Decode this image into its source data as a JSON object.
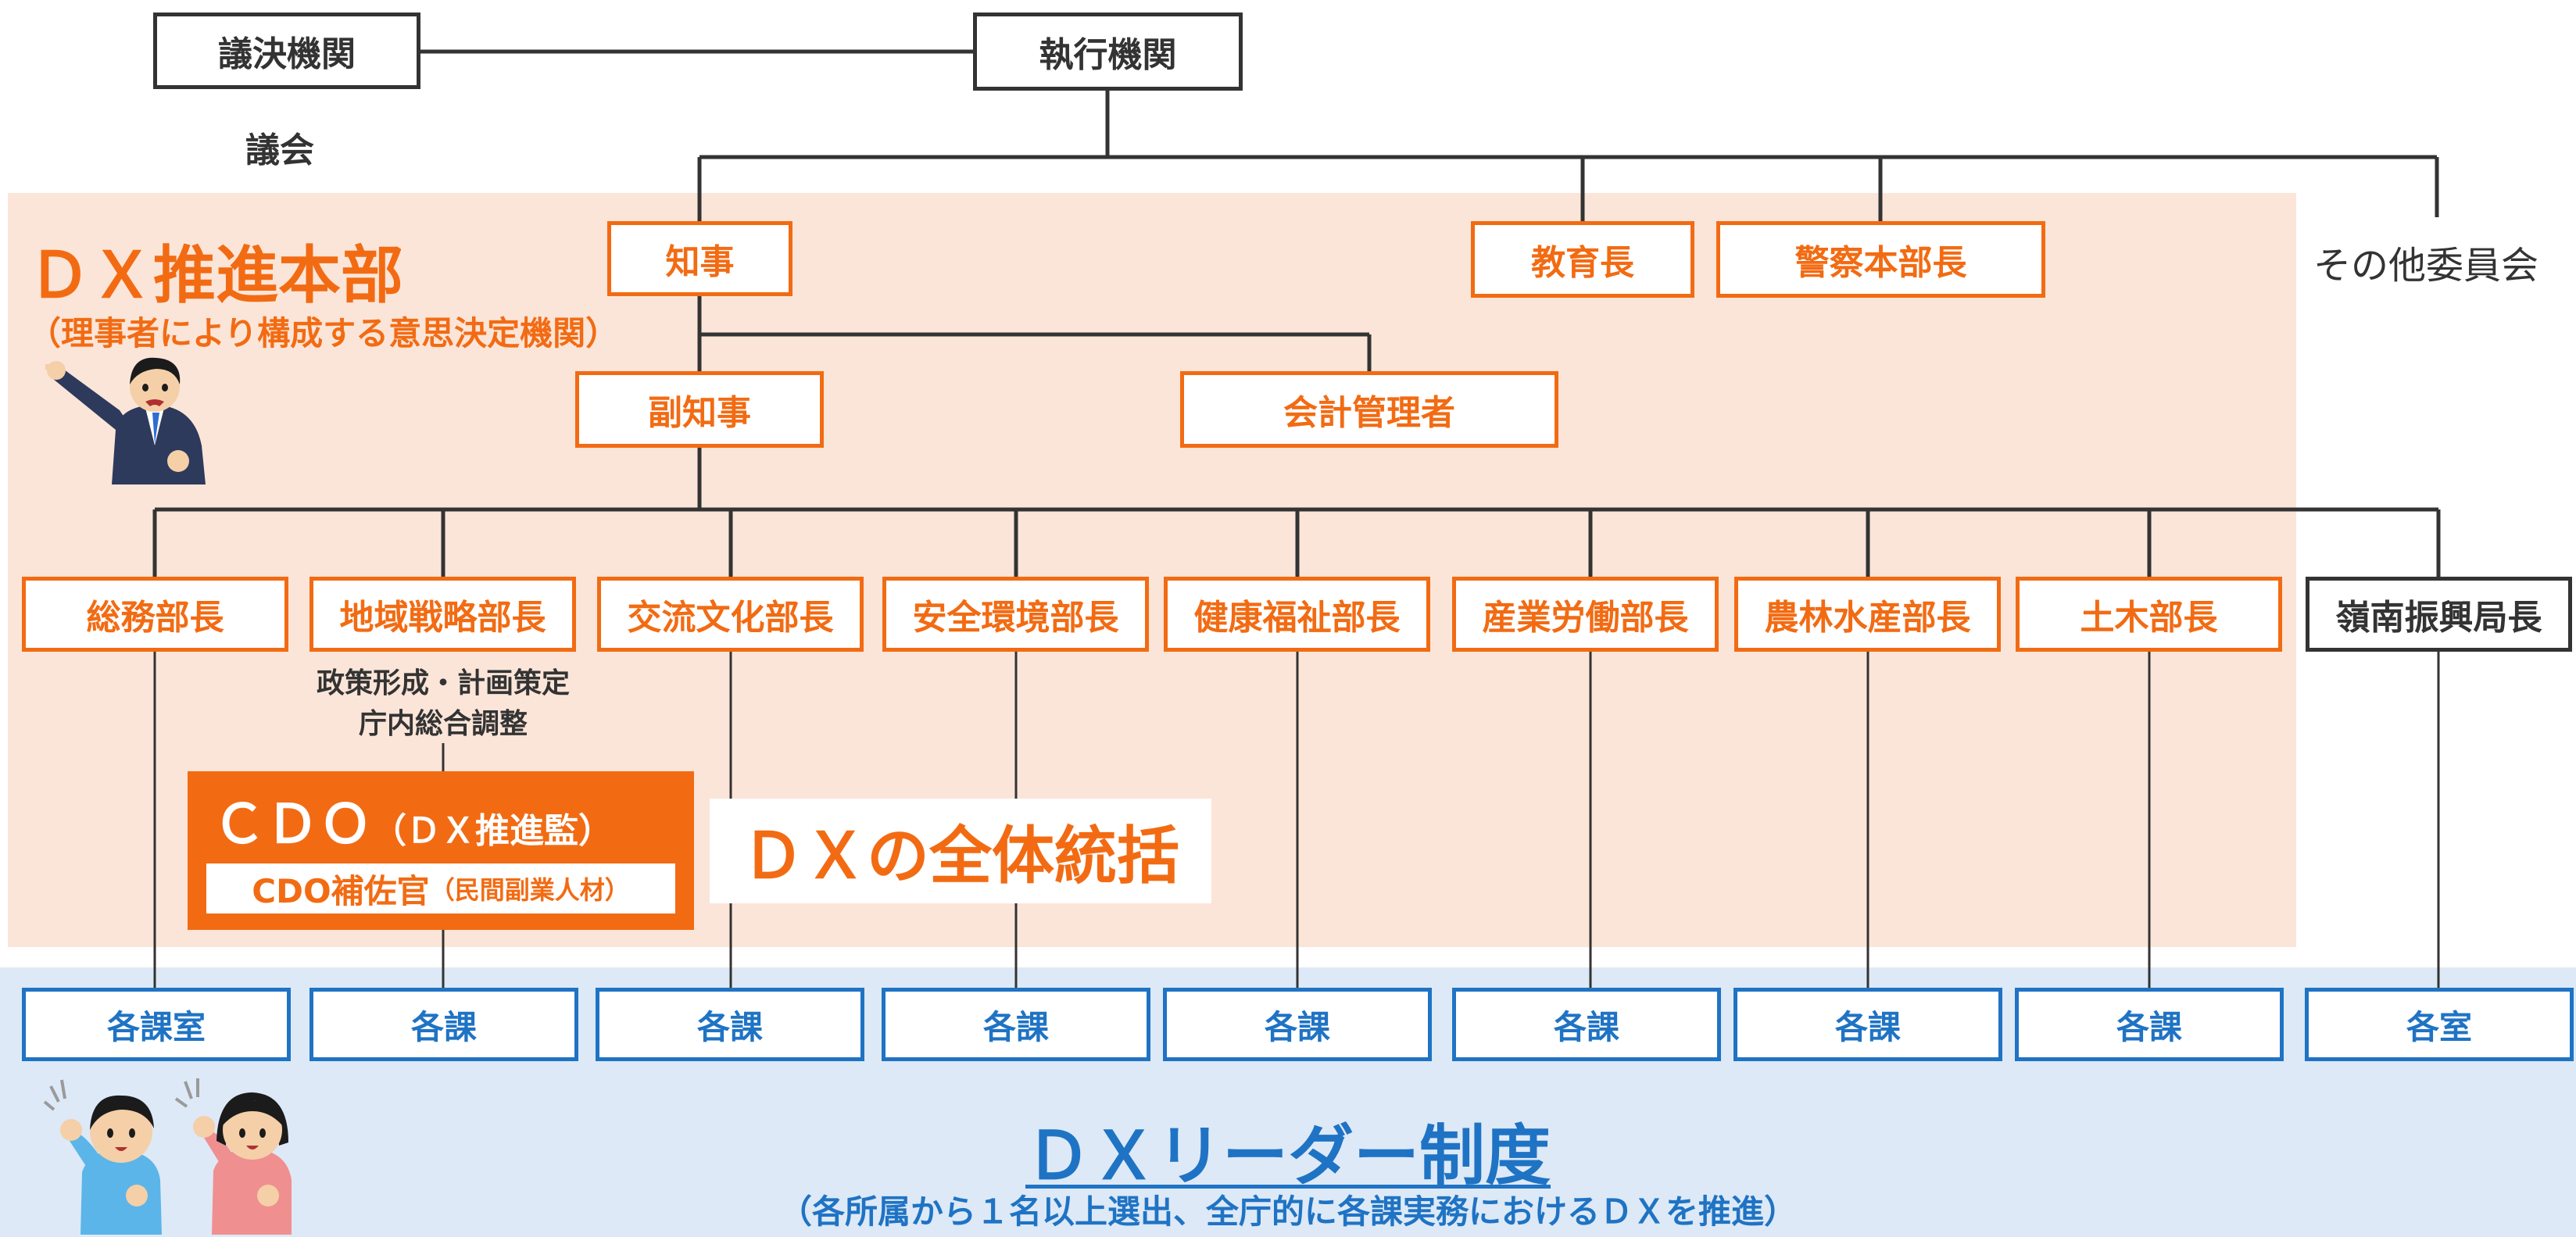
{
  "top": {
    "legislature": "議決機関",
    "executive": "執行機関",
    "assembly": "議会",
    "other_committees": "その他委員会"
  },
  "dx_hq": {
    "title": "ＤＸ推進本部",
    "subtitle": "（理事者により構成する意思決定機関）"
  },
  "officials": {
    "governor": "知事",
    "education": "教育長",
    "police": "警察本部長",
    "vice_governor": "副知事",
    "accountant": "会計管理者"
  },
  "departments": [
    "総務部長",
    "地域戦略部長",
    "交流文化部長",
    "安全環境部長",
    "健康福祉部長",
    "産業労働部長",
    "農林水産部長",
    "土木部長",
    "嶺南振興局長"
  ],
  "policy_note": {
    "line1": "政策形成・計画策定",
    "line2": "庁内総合調整"
  },
  "cdo": {
    "title": "ＣＤＯ",
    "title_paren": "（ＤＸ推進監）",
    "assistant": "CDO補佐官",
    "assistant_paren": "（民間副業人材）"
  },
  "dx_overall": "ＤＸの全体統括",
  "sections": [
    "各課室",
    "各課",
    "各課",
    "各課",
    "各課",
    "各課",
    "各課",
    "各課",
    "各室"
  ],
  "leader": {
    "title": "ＤＸリーダー制度",
    "subtitle": "（各所属から１名以上選出、全庁的に各課実務におけるＤＸを推進）"
  },
  "colors": {
    "orange": "#f26b13",
    "blue": "#1f73c4",
    "peach": "#fbe5d9",
    "light_blue": "#dde9f6",
    "dark": "#333333"
  }
}
